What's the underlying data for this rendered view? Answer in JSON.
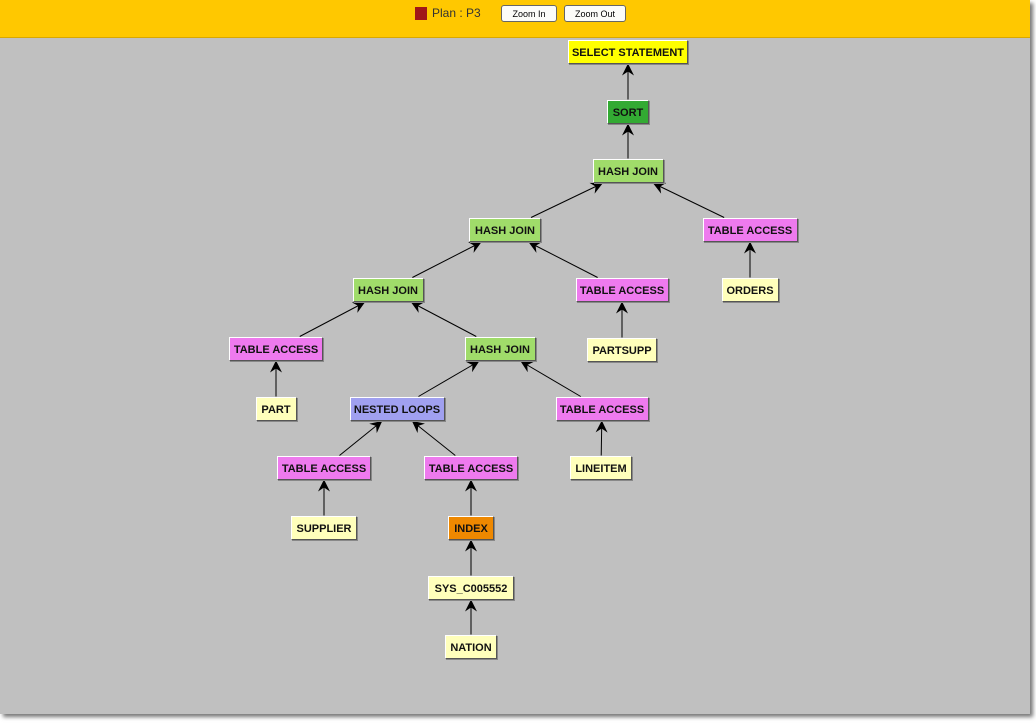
{
  "header": {
    "plan_label": "Plan : P3",
    "zoom_in_label": "Zoom In",
    "zoom_out_label": "Zoom Out",
    "plan_color": "#a01818"
  },
  "colors": {
    "select": "#ffff00",
    "sort": "#33aa33",
    "join": "#a0dc6a",
    "access": "#ee7aee",
    "object": "#ffffbb",
    "loops": "#a0a0f0",
    "index": "#ee8800",
    "background": "#c0c0c0",
    "toolbar": "#ffc800"
  },
  "plan": {
    "nodes": [
      {
        "id": "n0",
        "label": "SELECT STATEMENT",
        "kind": "select",
        "parent": null
      },
      {
        "id": "n1",
        "label": "SORT",
        "kind": "sort",
        "parent": "n0"
      },
      {
        "id": "n2",
        "label": "HASH JOIN",
        "kind": "join",
        "parent": "n1"
      },
      {
        "id": "n3",
        "label": "HASH JOIN",
        "kind": "join",
        "parent": "n2"
      },
      {
        "id": "n4",
        "label": "TABLE ACCESS",
        "kind": "access",
        "parent": "n2"
      },
      {
        "id": "n5",
        "label": "ORDERS",
        "kind": "object",
        "parent": "n4"
      },
      {
        "id": "n6",
        "label": "HASH JOIN",
        "kind": "join",
        "parent": "n3"
      },
      {
        "id": "n7",
        "label": "TABLE ACCESS",
        "kind": "access",
        "parent": "n3"
      },
      {
        "id": "n8",
        "label": "PARTSUPP",
        "kind": "object",
        "parent": "n7"
      },
      {
        "id": "n9",
        "label": "TABLE ACCESS",
        "kind": "access",
        "parent": "n6"
      },
      {
        "id": "n10",
        "label": "HASH JOIN",
        "kind": "join",
        "parent": "n6"
      },
      {
        "id": "n11",
        "label": "PART",
        "kind": "object",
        "parent": "n9"
      },
      {
        "id": "n12",
        "label": "NESTED LOOPS",
        "kind": "loops",
        "parent": "n10"
      },
      {
        "id": "n13",
        "label": "TABLE ACCESS",
        "kind": "access",
        "parent": "n10"
      },
      {
        "id": "n14",
        "label": "TABLE ACCESS",
        "kind": "access",
        "parent": "n12"
      },
      {
        "id": "n15",
        "label": "TABLE ACCESS",
        "kind": "access",
        "parent": "n12"
      },
      {
        "id": "n16",
        "label": "LINEITEM",
        "kind": "object",
        "parent": "n13"
      },
      {
        "id": "n17",
        "label": "SUPPLIER",
        "kind": "object",
        "parent": "n14"
      },
      {
        "id": "n18",
        "label": "INDEX",
        "kind": "index",
        "parent": "n15"
      },
      {
        "id": "n19",
        "label": "SYS_C005552",
        "kind": "object",
        "parent": "n18"
      },
      {
        "id": "n20",
        "label": "NATION",
        "kind": "object",
        "parent": "n19"
      }
    ]
  }
}
